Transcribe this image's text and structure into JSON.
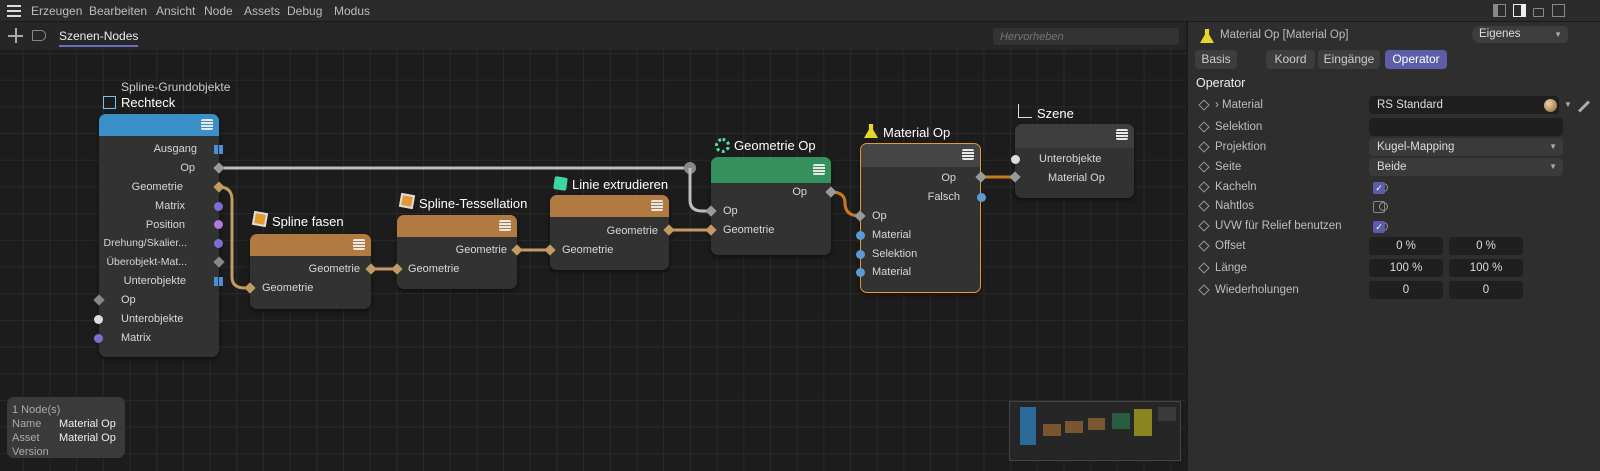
{
  "menu": {
    "items": [
      "Erzeugen",
      "Bearbeiten",
      "Ansicht",
      "Node",
      "Assets",
      "Debug",
      "Modus"
    ]
  },
  "tabbar": {
    "active_tab": "Szenen-Nodes",
    "search_placeholder": "Hervorheben"
  },
  "nodes": {
    "rechteck": {
      "group": "Spline-Grundobjekte",
      "title": "Rechteck",
      "outputs": [
        "Ausgang",
        "Op",
        "Geometrie",
        "Matrix",
        "Position",
        "Drehung/Skalier...",
        "Überobjekt-Mat...",
        "Unterobjekte"
      ],
      "inputs": [
        "Op",
        "Unterobjekte",
        "Matrix"
      ]
    },
    "spline_fasen": {
      "title": "Spline fasen",
      "output": "Geometrie",
      "input": "Geometrie"
    },
    "tessellation": {
      "title": "Spline-Tessellation",
      "output": "Geometrie",
      "input": "Geometrie"
    },
    "extrudieren": {
      "title": "Linie extrudieren",
      "output": "Geometrie",
      "input": "Geometrie"
    },
    "geometrie_op": {
      "title": "Geometrie Op",
      "output": "Op",
      "inputs": [
        "Op",
        "Geometrie"
      ]
    },
    "material_op": {
      "title": "Material Op",
      "outputs": [
        "Op",
        "Falsch"
      ],
      "inputs": [
        "Op",
        "Material",
        "Selektion",
        "Material"
      ]
    },
    "szene": {
      "title": "Szene",
      "input": "Unterobjekte",
      "child": "Material Op"
    }
  },
  "info": {
    "count": "1 Node(s)",
    "name_label": "Name",
    "name": "Material Op",
    "asset_label": "Asset",
    "asset": "Material Op",
    "version_label": "Version"
  },
  "panel": {
    "title": "Material Op [Material Op]",
    "mode": "Eigenes",
    "tabs": [
      "Basis",
      "Koord",
      "Eingänge",
      "Operator"
    ],
    "active_tab": "Operator",
    "section": "Operator",
    "rows": [
      {
        "label": "Material",
        "value": "RS Standard"
      },
      {
        "label": "Selektion",
        "value": ""
      },
      {
        "label": "Projektion",
        "value": "Kugel-Mapping"
      },
      {
        "label": "Seite",
        "value": "Beide"
      },
      {
        "label": "Kacheln",
        "checked": true
      },
      {
        "label": "Nahtlos",
        "checked": false
      },
      {
        "label": "UVW für Relief benutzen",
        "checked": true
      },
      {
        "label": "Offset",
        "v1": "0 %",
        "v2": "0 %"
      },
      {
        "label": "Länge",
        "v1": "100 %",
        "v2": "100 %"
      },
      {
        "label": "Wiederholungen",
        "v1": "0",
        "v2": "0"
      }
    ]
  },
  "colors": {
    "accent": "#5b5ea6",
    "blue_head": "#3a8fc8",
    "orange_head": "#b07a40",
    "green_head": "#35915c",
    "selected_border": "#e39a35"
  }
}
